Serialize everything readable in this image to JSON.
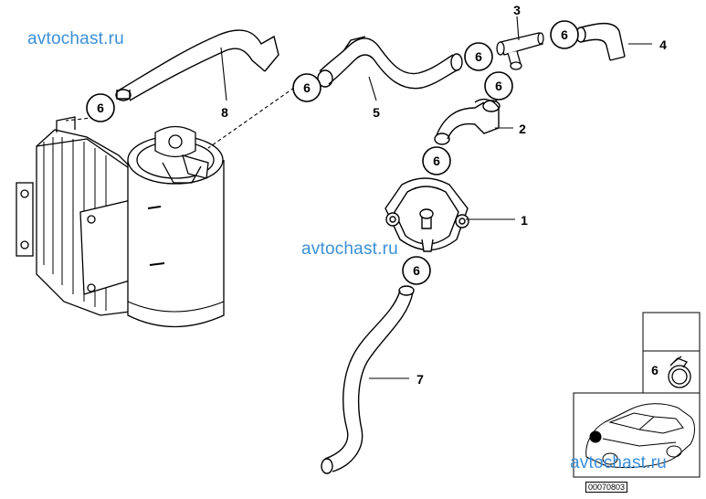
{
  "watermarks": [
    "avtochast.ru",
    "avtochast.ru",
    "avtochast.ru"
  ],
  "callouts": {
    "c1": "1",
    "c2": "2",
    "c3": "3",
    "c4": "4",
    "c5": "5",
    "c6": "6",
    "c7": "7",
    "c8": "8"
  },
  "legend": {
    "item": "6"
  },
  "reference": "00070803",
  "colors": {
    "line": "#000000",
    "watermark": "#3a8fd8",
    "background": "#ffffff"
  }
}
